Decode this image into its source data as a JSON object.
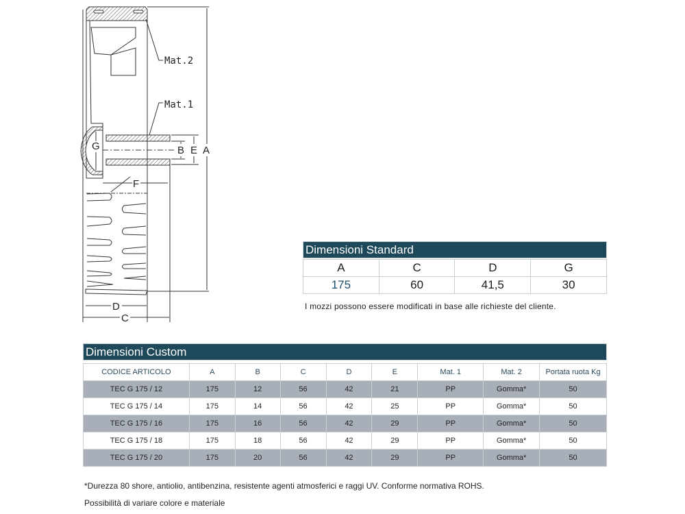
{
  "drawing": {
    "labels": {
      "mat2": "Mat.2",
      "mat1": "Mat.1",
      "g": "G",
      "b": "B",
      "e": "E",
      "a": "A",
      "f": "F",
      "d": "D",
      "c": "C"
    }
  },
  "standard": {
    "title": "Dimensioni Standard",
    "headers": [
      "A",
      "C",
      "D",
      "G"
    ],
    "values": [
      "175",
      "60",
      "41,5",
      "30"
    ],
    "note": "I mozzi possono essere modificati in base alle richieste del cliente."
  },
  "custom": {
    "title": "Dimensioni Custom",
    "headers": [
      "CODICE ARTICOLO",
      "A",
      "B",
      "C",
      "D",
      "E",
      "Mat. 1",
      "Mat. 2",
      "Portata ruota Kg"
    ],
    "rows": [
      [
        "TEC G 175 / 12",
        "175",
        "12",
        "56",
        "42",
        "21",
        "PP",
        "Gomma*",
        "50"
      ],
      [
        "TEC G 175 / 14",
        "175",
        "14",
        "56",
        "42",
        "25",
        "PP",
        "Gomma*",
        "50"
      ],
      [
        "TEC G 175 / 16",
        "175",
        "16",
        "56",
        "42",
        "29",
        "PP",
        "Gomma*",
        "50"
      ],
      [
        "TEC G 175 / 18",
        "175",
        "18",
        "56",
        "42",
        "29",
        "PP",
        "Gomma*",
        "50"
      ],
      [
        "TEC G 175 / 20",
        "175",
        "20",
        "56",
        "42",
        "29",
        "PP",
        "Gomma*",
        "50"
      ]
    ]
  },
  "footnotes": [
    "*Durezza 80 shore, antiolio, antibenzina, resistente agenti atmosferici e raggi UV. Conforme normativa ROHS.",
    "Possibilità di variare colore e materiale"
  ]
}
